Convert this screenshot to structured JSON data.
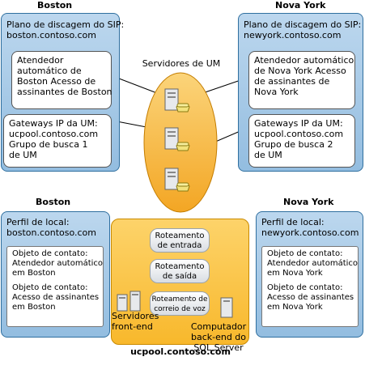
{
  "boston_header": "Boston",
  "newyork_header": "Nova York",
  "boston_panel": {
    "title_line1": "Plano de discagem do SIP:",
    "title_line2": "boston.contoso.com",
    "aa_box": [
      "Atendedor",
      "automático de",
      "Boston Acesso de",
      "assinantes de Boston"
    ],
    "gw_box": [
      "Gateways IP da UM:",
      "ucpool.contoso.com",
      "Grupo de busca 1",
      "de UM"
    ]
  },
  "newyork_panel": {
    "title_line1": "Plano de discagem do SIP:",
    "title_line2": "newyork.contoso.com",
    "aa_box": [
      "Atendedor automático",
      "de Nova York Acesso",
      "de assinantes de",
      "Nova York"
    ],
    "gw_box": [
      "Gateways IP da UM:",
      "ucpool.contoso.com",
      "Grupo de busca 2",
      "de UM"
    ]
  },
  "um_servers_label": "Servidores de UM",
  "boston_location_header": "Boston",
  "newyork_location_header": "Nova York",
  "boston_location": {
    "title_line1": "Perfil de local:",
    "title_line2": "boston.contoso.com",
    "contact1": [
      "Objeto de contato:",
      "Atendedor automático",
      "em Boston"
    ],
    "contact2": [
      "Objeto de contato:",
      "Acesso de assinantes",
      "em Boston"
    ]
  },
  "newyork_location": {
    "title_line1": "Perfil de local:",
    "title_line2": "newyork.contoso.com",
    "contact1": [
      "Objeto de contato:",
      "Atendedor automático",
      "em Nova York"
    ],
    "contact2": [
      "Objeto de contato:",
      "Acesso de assinantes",
      "em Nova York"
    ]
  },
  "pool": {
    "inbound": [
      "Roteamento",
      "de entrada"
    ],
    "outbound": [
      "Roteamento",
      "de saída"
    ],
    "voicemail": [
      "Roteamento de",
      "correio de voz"
    ],
    "frontend_label": [
      "Servidores",
      "front-end"
    ],
    "backend_label": [
      "Computador",
      "back-end do",
      "SQL Server"
    ],
    "name": "ucpool.contoso.com"
  },
  "colors": {
    "panel_blue": "#a9cbe8",
    "pool_orange": "#f8b82c",
    "um_ellipse": "#f5b23a"
  }
}
